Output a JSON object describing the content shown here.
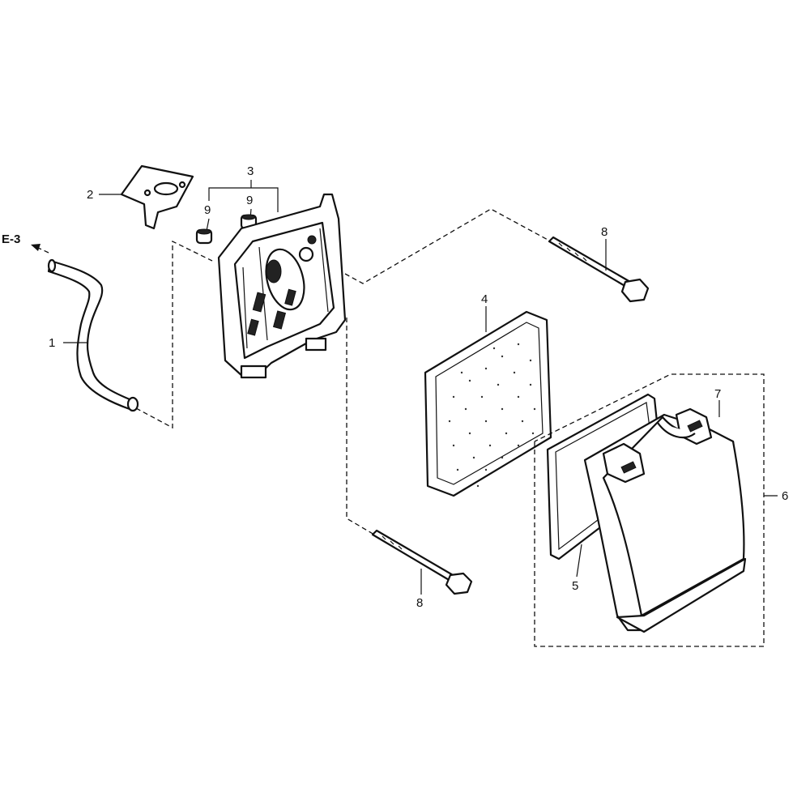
{
  "ref_label": "E-3",
  "callouts": [
    "1",
    "2",
    "3",
    "4",
    "5",
    "6",
    "7",
    "8",
    "8",
    "9",
    "9"
  ]
}
